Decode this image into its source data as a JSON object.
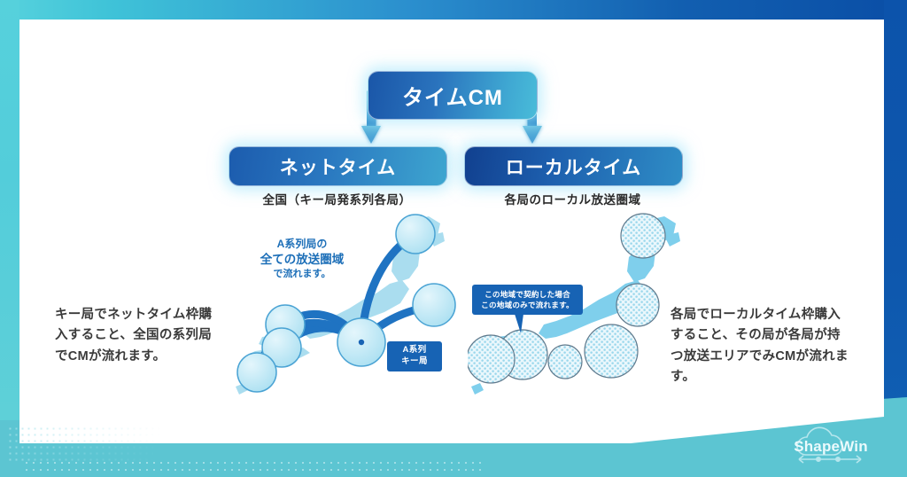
{
  "slide": {
    "title_box": {
      "label": "タイムCM"
    },
    "branches": [
      {
        "label": "ネットタイム",
        "caption": "全国（キー局発系列各局）"
      },
      {
        "label": "ローカルタイム",
        "caption": "各局のローカル放送圏域"
      }
    ],
    "descriptions": {
      "left": "キー局でネットタイム枠購入すること、全国の系列局でCMが流れます。",
      "right": "各局でローカルタイム枠購入すること、その局が各局が持つ放送エリアでみCMが流れます。"
    },
    "left_map": {
      "note_line1": "A系列局の",
      "note_line2": "全ての放送圏域",
      "note_line3": "で流れます。",
      "key_tag_line1": "A系列",
      "key_tag_line2": "キー局"
    },
    "right_map": {
      "callout_line1": "この地域で契約した場合",
      "callout_line2": "この地域のみで流れます。"
    },
    "logo": {
      "text": "ShapeWin",
      "icon": "cloud-arrow-icon"
    },
    "colors": {
      "frame_teal": "#5cc5d2",
      "frame_blue": "#0c53ab",
      "node_blue_dark": "#1a56a8",
      "node_blue_light": "#49bcd9",
      "accent_tag": "#1763b4",
      "map_fill": "#9bd9ee",
      "arc_blue": "#1f6fc0",
      "text_dark": "#3a3a3a",
      "note_blue": "#1d6fb8"
    }
  }
}
